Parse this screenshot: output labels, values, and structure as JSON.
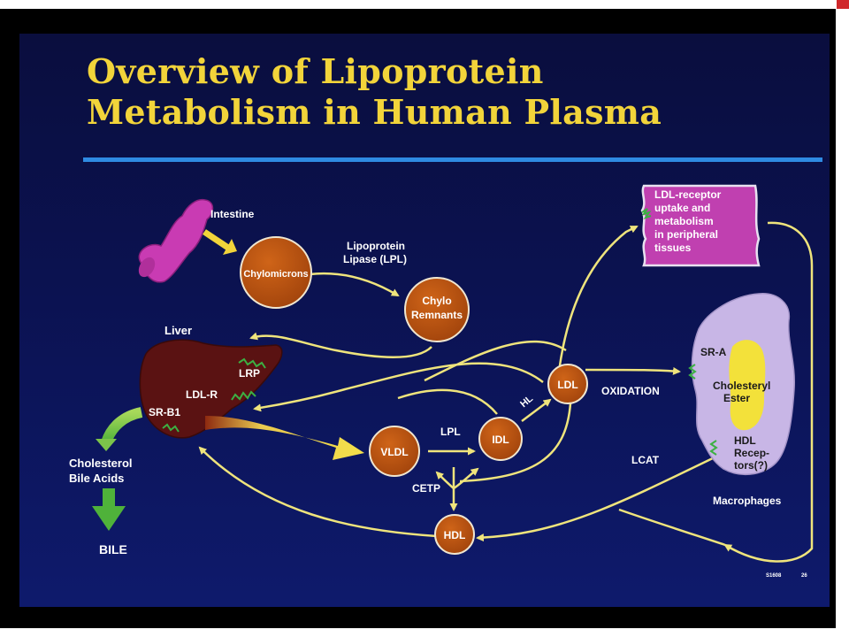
{
  "slide": {
    "title_line1": "Overview of Lipoprotein",
    "title_line2": "Metabolism in Human Plasma"
  },
  "colors": {
    "title": "#f2d43a",
    "rule": "#2f8be3",
    "node_fill": "#b8510f",
    "arrow": "#efe47c",
    "liver": "#5a1212",
    "macrophage": "#c8b6e6",
    "ester": "#f3e13a",
    "tissue_box": "#c040b0"
  },
  "labels": {
    "intestine": "Intestine",
    "lpl_line1": "Lipoprotein",
    "lpl_line2": "Lipase (LPL)",
    "liver": "Liver",
    "lrp": "LRP",
    "ldl_r": "LDL-R",
    "sr_b1": "SR-B1",
    "chol_line1": "Cholesterol",
    "chol_line2": "Bile Acids",
    "bile": "BILE",
    "lpl_short": "LPL",
    "hl": "HL",
    "oxidation": "OXIDATION",
    "cetp": "CETP",
    "lcat": "LCAT",
    "sr_a": "SR-A",
    "ester_line1": "Cholesteryl",
    "ester_line2": "Ester",
    "hdl_rec_line1": "HDL",
    "hdl_rec_line2": "Recep-",
    "hdl_rec_line3": "tors(?)",
    "macrophages": "Macrophages",
    "slide_code": "S1608",
    "slide_page": "26"
  },
  "nodes": {
    "chylomicrons": "Chylomicrons",
    "chylo_rem_line1": "Chylo",
    "chylo_rem_line2": "Remnants",
    "vldl": "VLDL",
    "idl": "IDL",
    "ldl": "LDL",
    "hdl": "HDL"
  },
  "tissue_box": {
    "line1": "LDL-receptor",
    "line2": "uptake and",
    "line3": "metabolism",
    "line4": "in peripheral",
    "line5": "tissues"
  }
}
